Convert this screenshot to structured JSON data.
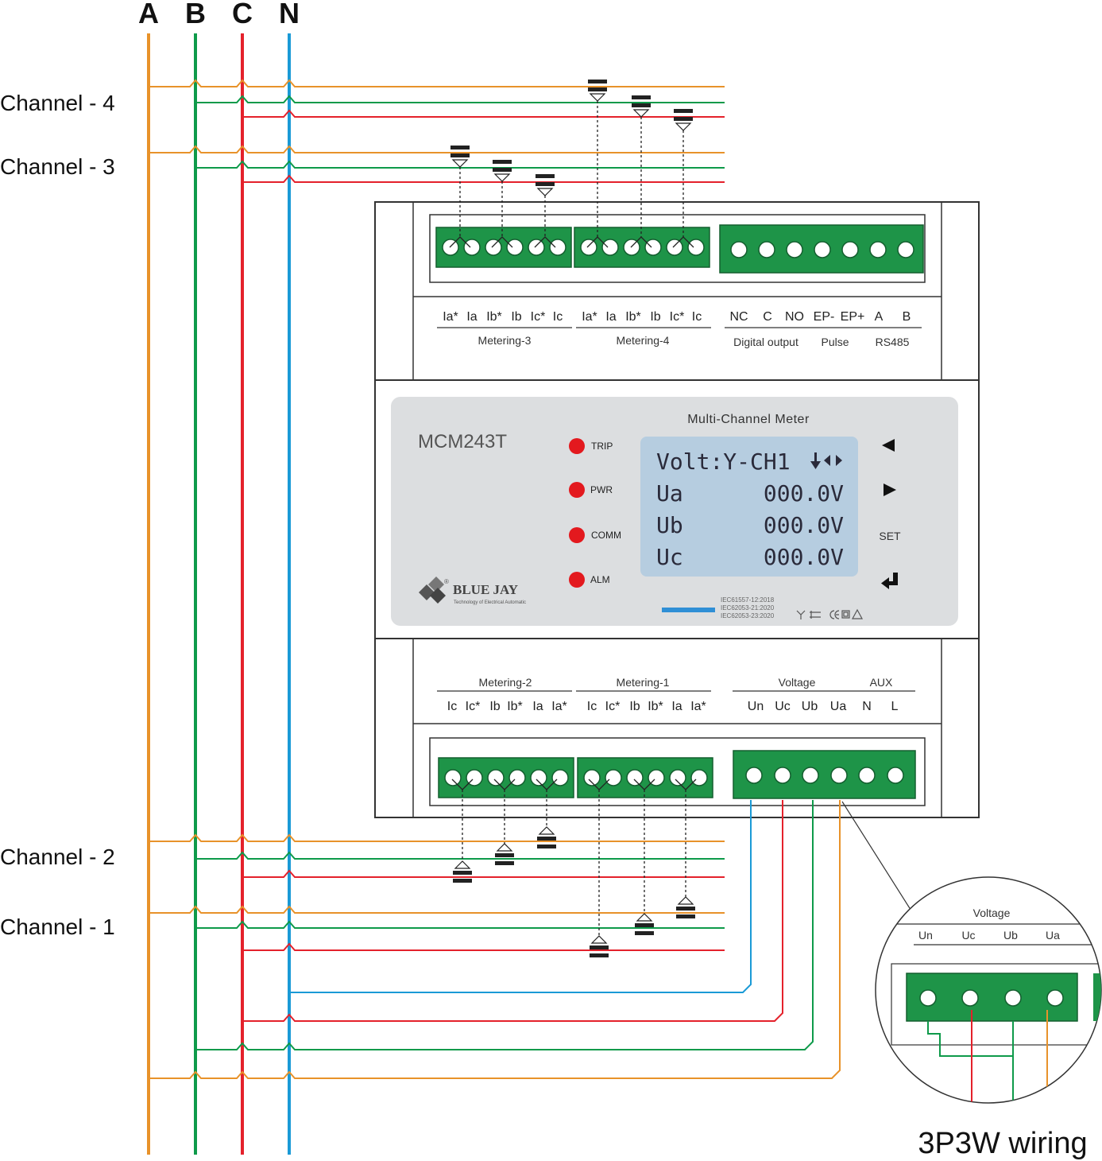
{
  "bus_labels": [
    "A",
    "B",
    "C",
    "N"
  ],
  "channels": [
    "Channel - 4",
    "Channel - 3",
    "Channel - 2",
    "Channel - 1"
  ],
  "top_terminals": {
    "metering3": [
      "Ia*",
      "Ia",
      "Ib*",
      "Ib",
      "Ic*",
      "Ic"
    ],
    "metering4": [
      "Ia*",
      "Ia",
      "Ib*",
      "Ib",
      "Ic*",
      "Ic"
    ],
    "aux": [
      "NC",
      "C",
      "NO",
      "EP-",
      "EP+",
      "A",
      "B"
    ],
    "groups": [
      "Metering-3",
      "Metering-4",
      "Digital output",
      "Pulse",
      "RS485"
    ]
  },
  "bottom_terminals": {
    "groups": [
      "Metering-2",
      "Metering-1",
      "Voltage",
      "AUX"
    ],
    "metering2": [
      "Ic",
      "Ic*",
      "Ib",
      "Ib*",
      "Ia",
      "Ia*"
    ],
    "metering1": [
      "Ic",
      "Ic*",
      "Ib",
      "Ib*",
      "Ia",
      "Ia*"
    ],
    "voltage": [
      "Un",
      "Uc",
      "Ub",
      "Ua",
      "N",
      "L"
    ]
  },
  "panel": {
    "model": "MCM243T",
    "title": "Multi-Channel Meter",
    "leds": [
      "TRIP",
      "PWR",
      "COMM",
      "ALM"
    ],
    "lcd": [
      "Volt:Y-CH1",
      "Ua      000.0V",
      "Ub      000.0V",
      "Uc      000.0V"
    ],
    "set_label": "SET",
    "brand": "BLUE JAY",
    "brand_sub": "Technology of Electrical Automatic",
    "standards": [
      "IEC61557-12:2018",
      "IEC62053-21:2020",
      "IEC62053-23:2020"
    ]
  },
  "zoom": {
    "title": "Voltage",
    "labels": [
      "Un",
      "Uc",
      "Ub",
      "Ua"
    ]
  },
  "caption": "3P3W wiring",
  "colors": {
    "A": "#e8922a",
    "B": "#0e9a4a",
    "C": "#e4212b",
    "N": "#1a9ad6",
    "terminal": "#1e9448",
    "lcd": "#b6cde0",
    "panel": "#dcdee0",
    "led": "#e3191e"
  }
}
